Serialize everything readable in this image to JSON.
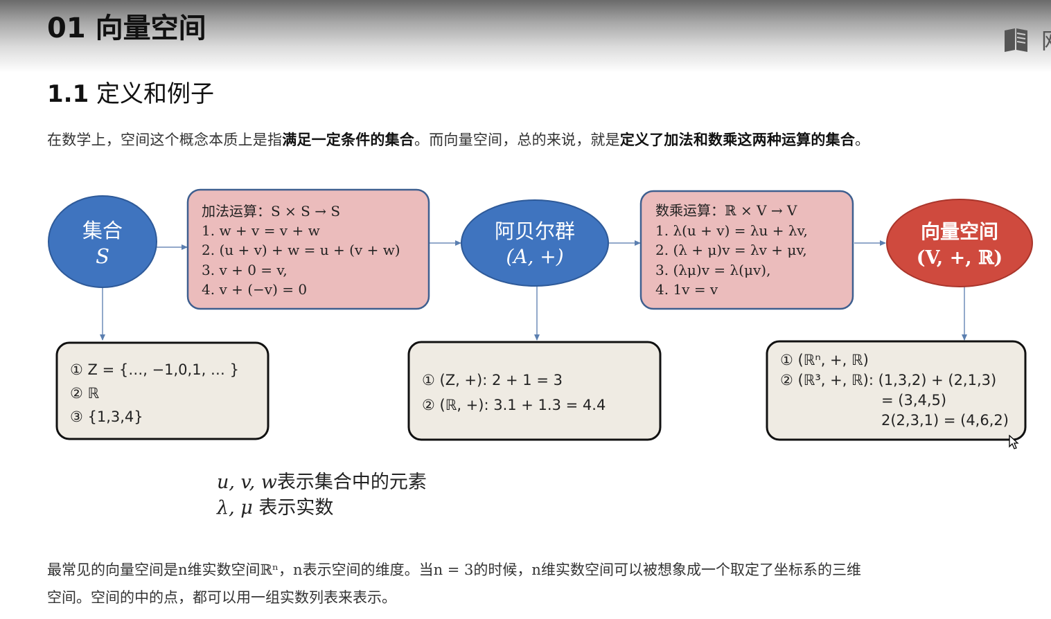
{
  "header": {
    "title": "01 向量空间",
    "logo_text": "网"
  },
  "section": {
    "number": "1.1",
    "title": "定义和例子"
  },
  "intro": {
    "part1": "在数学上，空间这个概念本质上是指",
    "bold1": "满足一定条件的集合",
    "part2": "。而向量空间，总的来说，就是",
    "bold2": "定义了加法和数乘这两种运算的集合",
    "part3": "。"
  },
  "diagram": {
    "node_set": {
      "line1": "集合",
      "line2": "S",
      "color": "#3f74bf"
    },
    "node_group": {
      "line1": "阿贝尔群",
      "line2": "(A, +)",
      "color": "#3f74bf"
    },
    "node_space": {
      "line1": "向量空间",
      "line2": "(V, +, ℝ)",
      "color": "#cf4a3e"
    },
    "addition_box": {
      "title": "加法运算：S × S → S",
      "rules": [
        "1. w + v = v + w",
        "2. (u + v) + w = u + (v + w)",
        "3. v + 0 = v,",
        "4. v + (−v) = 0"
      ]
    },
    "scalar_box": {
      "title": "数乘运算：ℝ × V → V",
      "rules": [
        "1. λ(u + v) =  λu +  λv,",
        "2. (λ + μ)v =  λv + μv,",
        "3. (λμ)v =  λ(μv),",
        "4. 1v = v"
      ]
    },
    "set_examples": [
      "① Z = {…, −1,0,1, … }",
      "② ℝ",
      "③ {1,3,4}"
    ],
    "group_examples": [
      "① (Z, +):  2 + 1 = 3",
      "② (ℝ, +):  3.1 + 1.3 = 4.4"
    ],
    "space_examples": [
      "① (ℝⁿ, +, ℝ)",
      "② (ℝ³, +, ℝ): (1,3,2) + (2,1,3)",
      "= (3,4,5)",
      "2(2,3,1) = (4,6,2)"
    ]
  },
  "notes": {
    "line1_vars": "u, v, w",
    "line1_text": "表示集合中的元素",
    "line2_vars": "λ, μ",
    "line2_text": " 表示实数"
  },
  "bottom": {
    "line1": "最常见的向量空间是n维实数空间ℝⁿ，n表示空间的维度。当n = 3的时候，n维实数空间可以被想象成一个取定了坐标系的三维",
    "line2": "空间。空间的中的点，都可以用一组实数列表来表示。"
  }
}
